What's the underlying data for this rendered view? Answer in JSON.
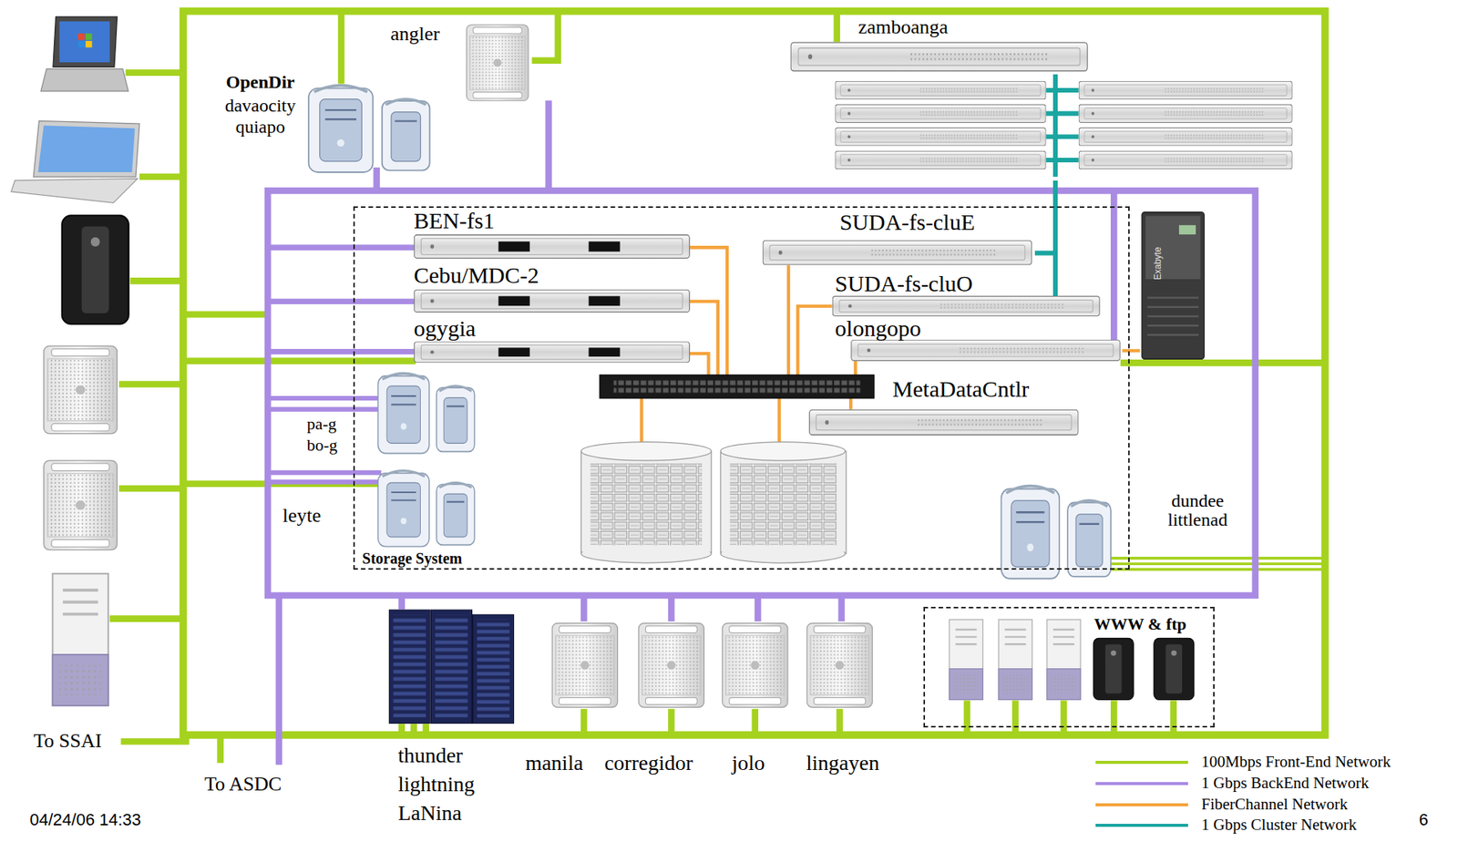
{
  "diagram": {
    "nodes": [
      {
        "text": [
          "angler"
        ]
      },
      {
        "text": [
          "OpenDir",
          "davaocity quiapo"
        ]
      },
      {
        "text": [
          "zamboanga"
        ]
      },
      {
        "text": [
          "Storage System"
        ]
      },
      {
        "text": [
          "BEN-fs1"
        ],
        "in": 3
      },
      {
        "text": [
          "SUDA-fs-cluE"
        ],
        "in": 3
      },
      {
        "text": [
          "Cebu/MDC-2"
        ],
        "in": 3
      },
      {
        "text": [
          "SUDA-fs-cluO"
        ],
        "in": 3
      },
      {
        "text": [
          "ogygia"
        ],
        "in": 3
      },
      {
        "text": [
          "olongopo"
        ],
        "in": 3
      },
      {
        "text": [
          "MetaDataCntlr"
        ],
        "in": 3
      },
      {
        "text": [
          "Exabyte"
        ]
      },
      {
        "text": [
          "dundee littlenad"
        ]
      },
      {
        "text": [
          "thunder lightning LaNina"
        ]
      },
      {
        "text": [
          "manila"
        ]
      },
      {
        "text": [
          "corregidor"
        ]
      },
      {
        "text": [
          "jolo"
        ]
      },
      {
        "text": [
          "lingayen"
        ]
      },
      {
        "text": [
          "WWW & ftp"
        ]
      }
    ],
    "edges": [
      {
        "from": 2,
        "to": 5,
        "arrow": "none"
      },
      {
        "from": 9,
        "to": 11,
        "arrow": "none"
      }
    ],
    "labels": [
      "pa-g",
      "bo-g",
      "leyte",
      "To SSAI",
      "To ASDC",
      "04/24/06 14:33",
      "6"
    ],
    "legend": [
      {
        "text": "100Mbps Front-End Network",
        "color": "#a5d21e"
      },
      {
        "text": "1 Gbps BackEnd Network",
        "color": "#a98be3"
      },
      {
        "text": "FiberChannel Network",
        "color": "#f5a33c"
      },
      {
        "text": "1 Gbps Cluster Network",
        "color": "#1aa5a0"
      }
    ]
  }
}
